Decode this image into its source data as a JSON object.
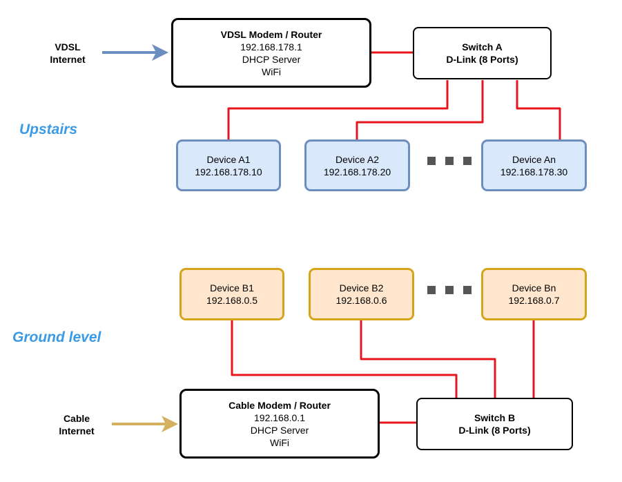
{
  "upstairs": {
    "section_label": "Upstairs",
    "internet_label_line1": "VDSL",
    "internet_label_line2": "Internet",
    "router": {
      "title": "VDSL Modem / Router",
      "ip": "192.168.178.1",
      "line2": "DHCP Server",
      "line3": "WiFi"
    },
    "switch": {
      "title": "Switch A",
      "subtitle": "D-Link (8 Ports)"
    },
    "devices": [
      {
        "name": "Device A1",
        "ip": "192.168.178.10"
      },
      {
        "name": "Device A2",
        "ip": "192.168.178.20"
      },
      {
        "name": "Device An",
        "ip": "192.168.178.30"
      }
    ]
  },
  "ground": {
    "section_label": "Ground level",
    "internet_label_line1": "Cable",
    "internet_label_line2": "Internet",
    "router": {
      "title": "Cable Modem / Router",
      "ip": "192.168.0.1",
      "line2": "DHCP Server",
      "line3": "WiFi"
    },
    "switch": {
      "title": "Switch B",
      "subtitle": "D-Link (8 Ports)"
    },
    "devices": [
      {
        "name": "Device B1",
        "ip": "192.168.0.5"
      },
      {
        "name": "Device B2",
        "ip": "192.168.0.6"
      },
      {
        "name": "Device Bn",
        "ip": "192.168.0.7"
      }
    ]
  },
  "colors": {
    "cable": "#e8141b",
    "vdsl_arrow": "#6c8ebf",
    "cable_arrow": "#d4b160",
    "section_text": "#3b9ae6"
  }
}
